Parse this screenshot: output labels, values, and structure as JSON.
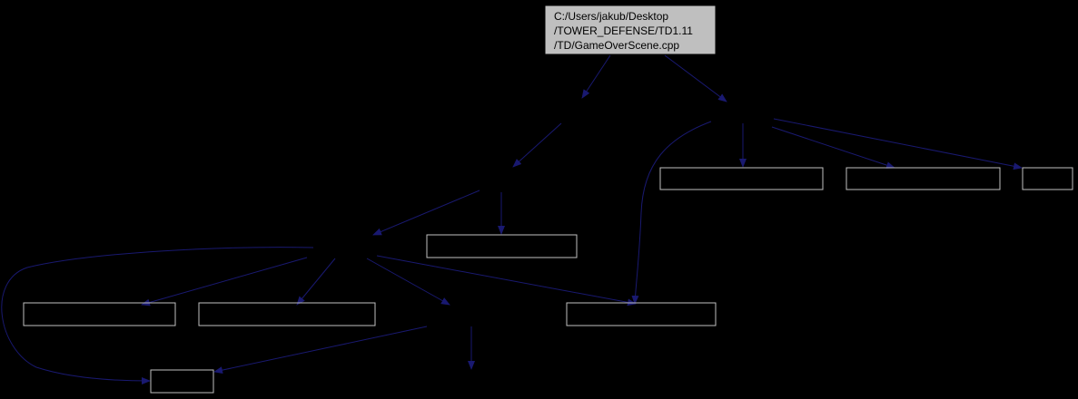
{
  "root_node": {
    "lines": [
      "C:/Users/jakub/Desktop",
      "/TOWER_DEFENSE/TD1.11",
      "/TD/GameOverScene.cpp"
    ]
  },
  "colors": {
    "background": "#000000",
    "root_fill": "#bfbfbf",
    "root_border": "#000000",
    "node_border": "#bfbfbf",
    "edge": "#191970"
  }
}
